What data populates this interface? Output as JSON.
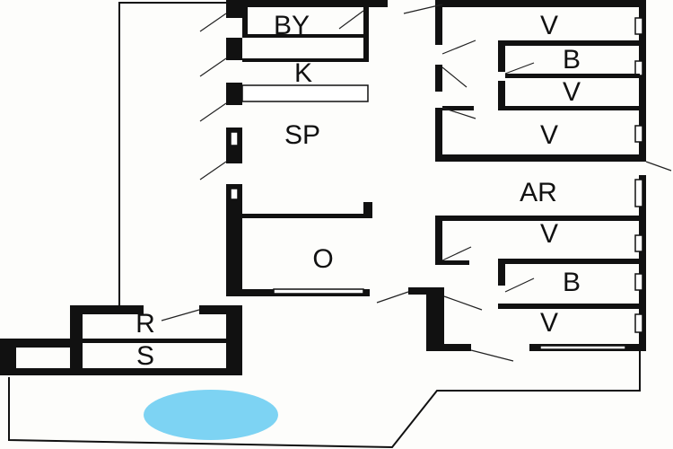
{
  "rooms": {
    "by": "BY",
    "k": "K",
    "sp": "SP",
    "o": "O",
    "ar": "AR",
    "v1": "V",
    "b1": "B",
    "v2": "V",
    "v3": "V",
    "v4": "V",
    "b2": "B",
    "v5": "V",
    "r": "R",
    "s": "S"
  },
  "colors": {
    "wall": "#111111",
    "pool": "#7dd3f3",
    "background": "#fdfdfb"
  }
}
